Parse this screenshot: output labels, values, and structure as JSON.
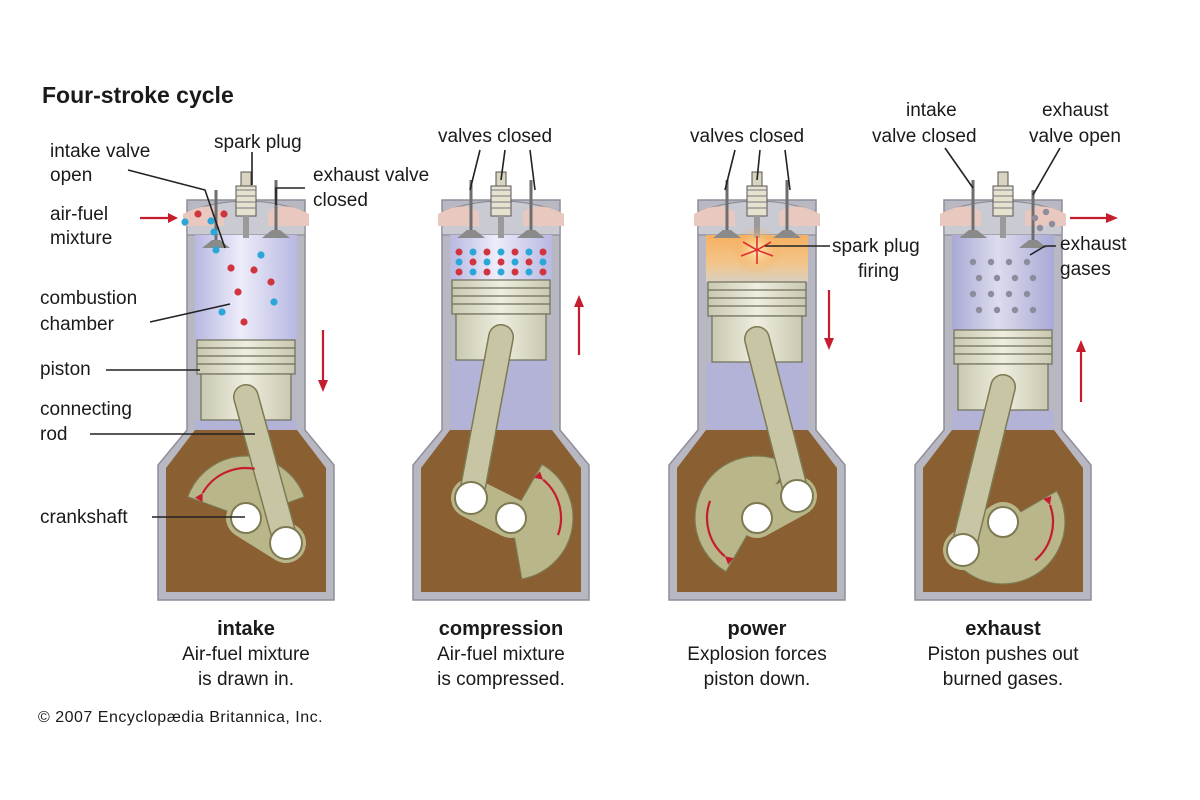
{
  "title": "Four-stroke cycle",
  "copyright": "© 2007 Encyclopædia Britannica, Inc.",
  "colors": {
    "crankcase": "#8a5f32",
    "cylinder_wall": "#a7a9b6",
    "chamber": "#d2d2f0",
    "piston": "#d9d8c4",
    "rod": "#c8c5a5",
    "fire": "#f2a04a",
    "arrow": "#c41e2e",
    "molecule_red": "#d0343f",
    "molecule_blue": "#2ba6d8"
  },
  "labels": {
    "intake_valve_open": [
      "intake valve",
      "open"
    ],
    "spark_plug": "spark plug",
    "exhaust_valve_closed": [
      "exhaust valve",
      "closed"
    ],
    "air_fuel_mixture": [
      "air-fuel",
      "mixture"
    ],
    "combustion_chamber": [
      "combustion",
      "chamber"
    ],
    "piston": "piston",
    "connecting_rod": [
      "connecting",
      "rod"
    ],
    "crankshaft": "crankshaft",
    "valves_closed_1": "valves closed",
    "valves_closed_2": "valves closed",
    "spark_plug_firing": [
      "spark plug",
      "firing"
    ],
    "intake_valve_closed": [
      "intake",
      "valve closed"
    ],
    "exhaust_valve_open": [
      "exhaust",
      "valve open"
    ],
    "exhaust_gases": [
      "exhaust",
      "gases"
    ]
  },
  "strokes": [
    {
      "name": "intake",
      "desc": [
        "Air-fuel mixture",
        "is drawn in."
      ],
      "direction": "down"
    },
    {
      "name": "compression",
      "desc": [
        "Air-fuel mixture",
        "is compressed."
      ],
      "direction": "up"
    },
    {
      "name": "power",
      "desc": [
        "Explosion forces",
        "piston down."
      ],
      "direction": "down"
    },
    {
      "name": "exhaust",
      "desc": [
        "Piston pushes out",
        "burned gases."
      ],
      "direction": "up"
    }
  ]
}
